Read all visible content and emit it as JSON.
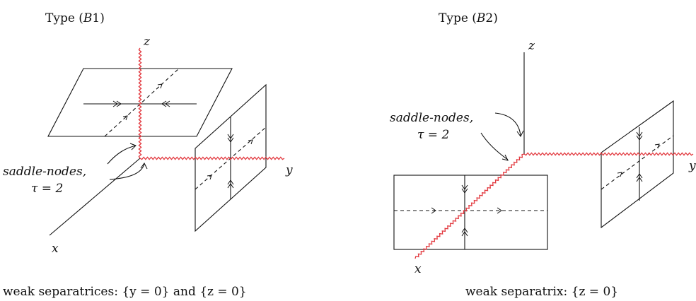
{
  "panel_b1": {
    "title_prefix": "Type (",
    "title_var": "B",
    "title_suffix": "1)",
    "axis_z": "z",
    "axis_y": "y",
    "axis_x": "x",
    "annotation_line1": "saddle-nodes,",
    "annotation_line2": "τ = 2",
    "caption": "weak separatrices: {y = 0} and {z = 0}"
  },
  "panel_b2": {
    "title_prefix": "Type (",
    "title_var": "B",
    "title_suffix": "2)",
    "axis_z": "z",
    "axis_y": "y",
    "axis_x": "x",
    "annotation_line1": "saddle-nodes,",
    "annotation_line2": "τ = 2",
    "caption": "weak separatrix: {z = 0}"
  },
  "colors": {
    "ink": "#111111",
    "saddle_node_axis": "#e2393f"
  }
}
